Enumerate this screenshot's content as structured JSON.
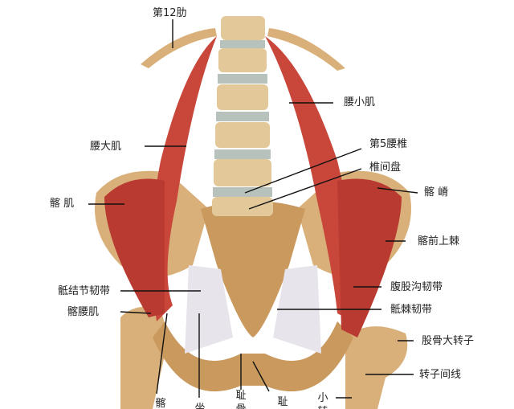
{
  "labels": {
    "rib12": "第12肋",
    "psoas_minor": "腰小肌",
    "psoas_major": "腰大肌",
    "l5": "第5腰椎",
    "disc": "椎间盘",
    "iliacus": "髂 肌",
    "iliac_crest": "髂  嵴",
    "asis": "髂前上棘",
    "sacrotuberous": "骶结节韧带",
    "inguinal": "腹股沟韧带",
    "iliopsoas": "髂腰肌",
    "sacrospinous": "骶棘韧带",
    "greater_trochanter": "股骨大转子",
    "intertrochanteric": "转子间线",
    "bottom": [
      "髂",
      "坐",
      "耻骨",
      "耻",
      "小转"
    ]
  },
  "colors": {
    "muscle": "#c8463a",
    "bone": "#d9b07a",
    "ligament": "#e8e4ec",
    "disc": "#b7c2bd"
  }
}
